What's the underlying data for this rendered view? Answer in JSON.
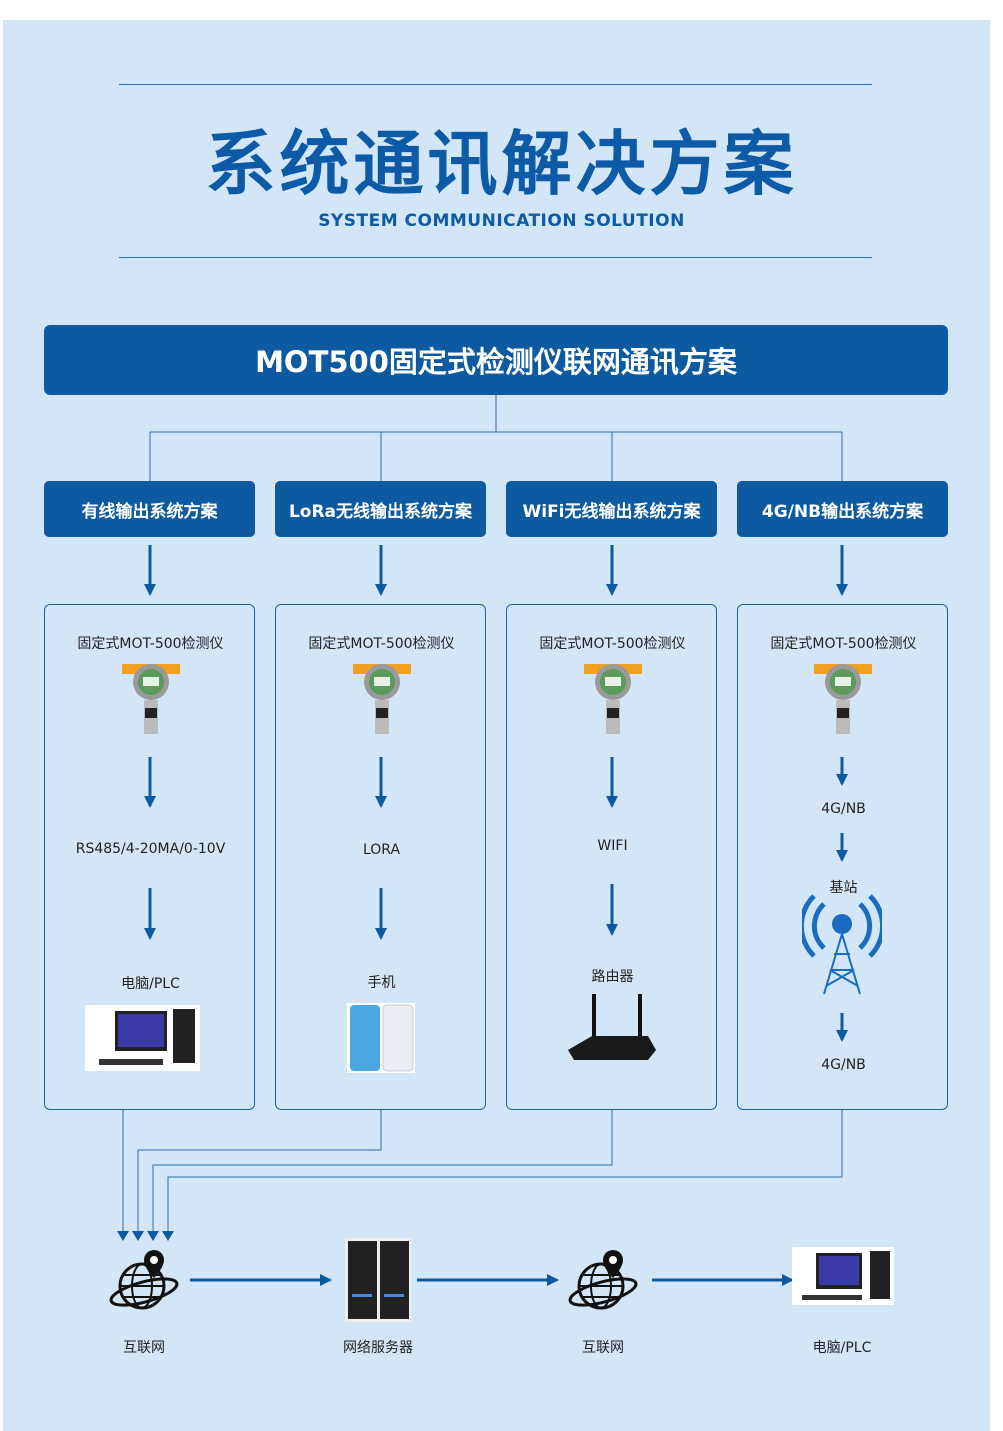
{
  "title": "系统通讯解决方案",
  "subtitle": "SYSTEM COMMUNICATION SOLUTION",
  "banner": "MOT500固定式检测仪联网通讯方案",
  "columns": [
    {
      "header": "有线输出系统方案",
      "device": "固定式MOT-500检测仪",
      "link": "RS485/4-20MA/0-10V",
      "end": "电脑/PLC"
    },
    {
      "header": "LoRa无线输出系统方案",
      "device": "固定式MOT-500检测仪",
      "link": "LORA",
      "end": "手机"
    },
    {
      "header": "WiFi无线输出系统方案",
      "device": "固定式MOT-500检测仪",
      "link": "WIFI",
      "end": "路由器"
    },
    {
      "header": "4G/NB输出系统方案",
      "device": "固定式MOT-500检测仪",
      "link": "4G/NB",
      "station": "基站",
      "link2": "4G/NB"
    }
  ],
  "bottom": [
    "互联网",
    "网络服务器",
    "互联网",
    "电脑/PLC"
  ],
  "colors": {
    "primary": "#0d5aa0",
    "background": "#d3e6f7"
  }
}
